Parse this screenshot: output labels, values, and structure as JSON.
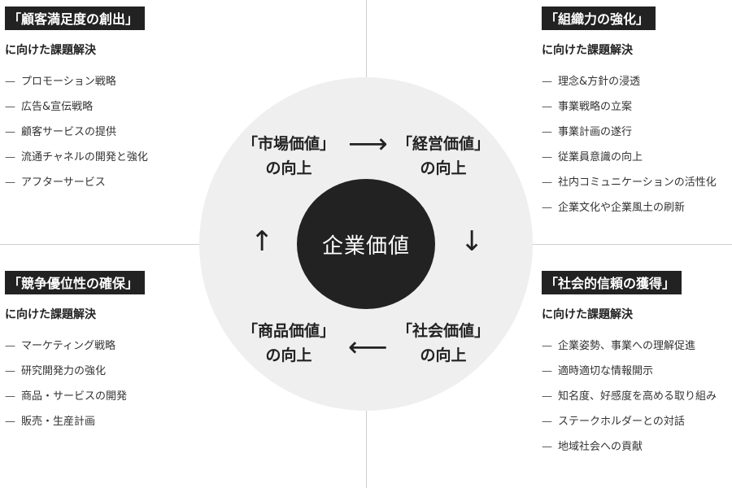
{
  "center": {
    "label": "企業価値"
  },
  "values": {
    "top_left": {
      "line1": "「市場価値」",
      "line2": "の向上"
    },
    "top_right": {
      "line1": "「経営価値」",
      "line2": "の向上"
    },
    "bottom_left": {
      "line1": "「商品価値」",
      "line2": "の向上"
    },
    "bottom_right": {
      "line1": "「社会価値」",
      "line2": "の向上"
    }
  },
  "arrows": {
    "right": "⟶",
    "down": "↓",
    "left": "⟵",
    "up": "↑"
  },
  "quadrants": {
    "top_left": {
      "title": "「顧客満足度の創出」",
      "subtitle": "に向けた課題解決",
      "bullet": "—",
      "items": [
        "プロモーション戦略",
        "広告&宣伝戦略",
        "顧客サービスの提供",
        "流通チャネルの開発と強化",
        "アフターサービス"
      ]
    },
    "top_right": {
      "title": "「組織力の強化」",
      "subtitle": "に向けた課題解決",
      "bullet": "—",
      "items": [
        "理念&方針の浸透",
        "事業戦略の立案",
        "事業計画の遂行",
        "従業員意識の向上",
        "社内コミュニケーションの活性化",
        "企業文化や企業風土の刷新"
      ]
    },
    "bottom_left": {
      "title": "「競争優位性の確保」",
      "subtitle": "に向けた課題解決",
      "bullet": "—",
      "items": [
        "マーケティング戦略",
        "研究開発力の強化",
        "商品・サービスの開発",
        "販売・生産計画"
      ]
    },
    "bottom_right": {
      "title": "「社会的信頼の獲得」",
      "subtitle": "に向けた課題解決",
      "bullet": "—",
      "items": [
        "企業姿勢、事業への理解促進",
        "適時適切な情報開示",
        "知名度、好感度を高める取り組み",
        "ステークホルダーとの対話",
        "地域社会への貢献"
      ]
    }
  }
}
